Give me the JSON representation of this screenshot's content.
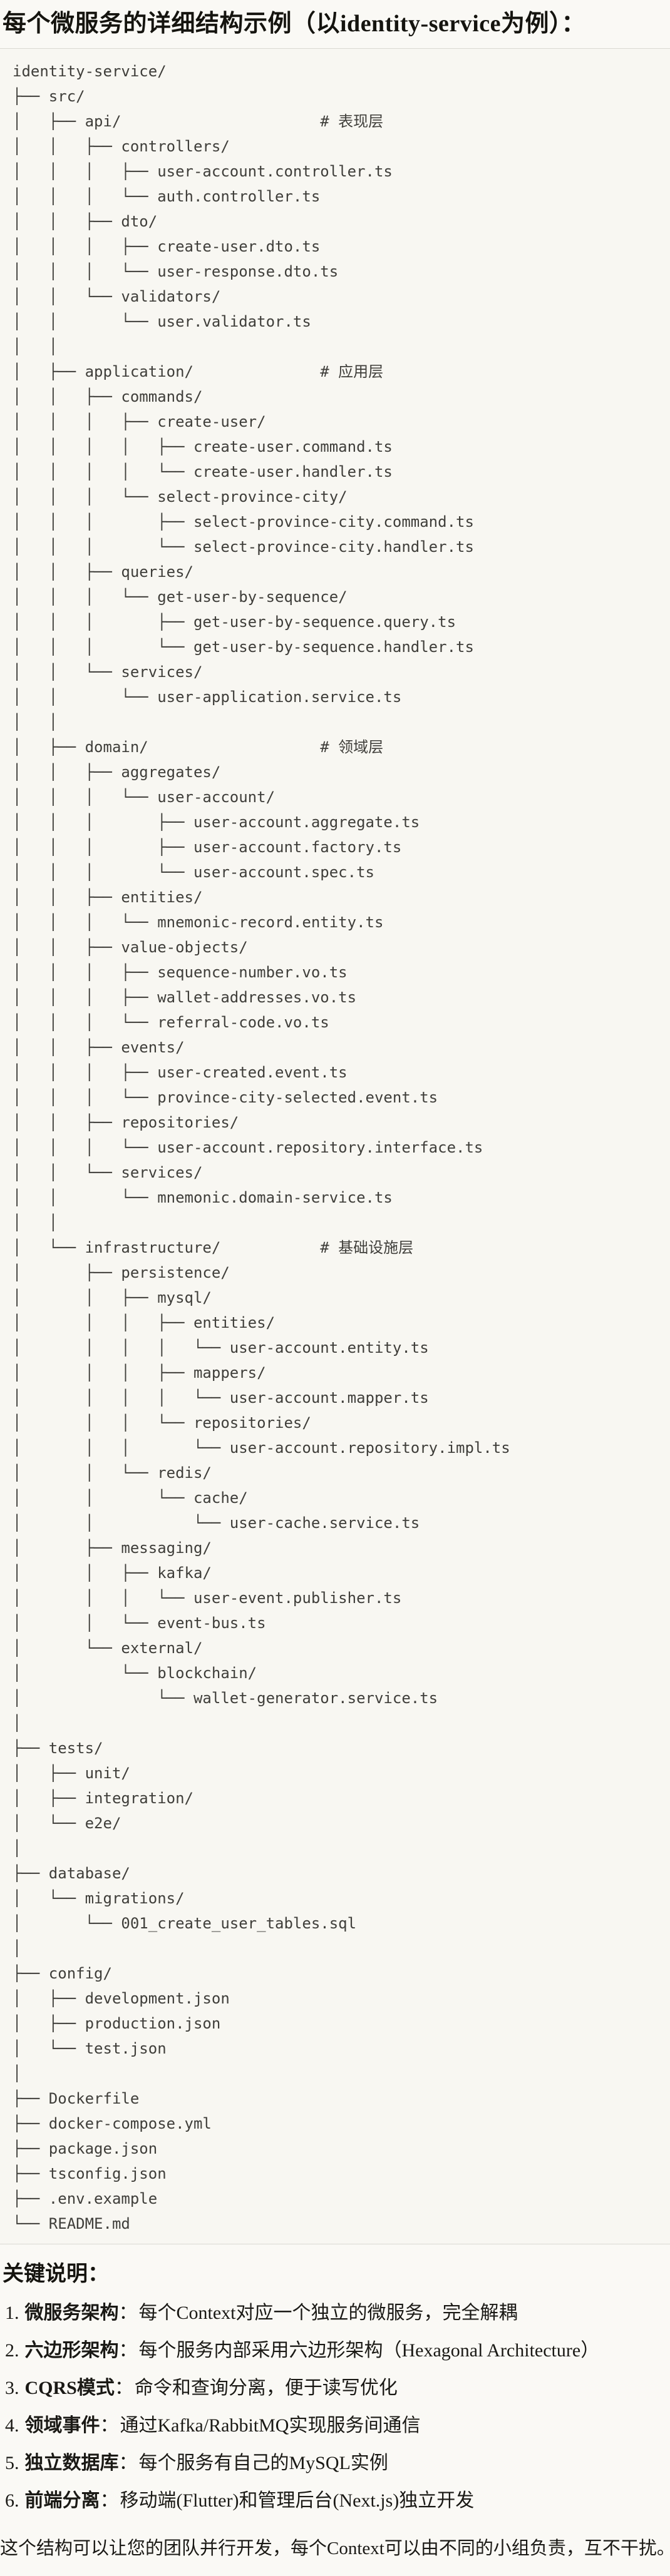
{
  "title": "每个微服务的详细结构示例（以identity-service为例）：",
  "colors": {
    "page_bg": "#FAF9F5",
    "code_bg": "#F8F7F2",
    "code_border": "#DAD9D3",
    "tree_text": "#3F3E3A",
    "body_text": "#1A1915"
  },
  "tree": {
    "layer_comments": [
      "# 表现层",
      "# 应用层",
      "# 领域层",
      "# 基础设施层"
    ],
    "lines": [
      "identity-service/",
      "├── src/",
      "│   ├── api/                      # 表现层",
      "│   │   ├── controllers/",
      "│   │   │   ├── user-account.controller.ts",
      "│   │   │   └── auth.controller.ts",
      "│   │   ├── dto/",
      "│   │   │   ├── create-user.dto.ts",
      "│   │   │   └── user-response.dto.ts",
      "│   │   └── validators/",
      "│   │       └── user.validator.ts",
      "│   │",
      "│   ├── application/              # 应用层",
      "│   │   ├── commands/",
      "│   │   │   ├── create-user/",
      "│   │   │   │   ├── create-user.command.ts",
      "│   │   │   │   └── create-user.handler.ts",
      "│   │   │   └── select-province-city/",
      "│   │   │       ├── select-province-city.command.ts",
      "│   │   │       └── select-province-city.handler.ts",
      "│   │   ├── queries/",
      "│   │   │   └── get-user-by-sequence/",
      "│   │   │       ├── get-user-by-sequence.query.ts",
      "│   │   │       └── get-user-by-sequence.handler.ts",
      "│   │   └── services/",
      "│   │       └── user-application.service.ts",
      "│   │",
      "│   ├── domain/                   # 领域层",
      "│   │   ├── aggregates/",
      "│   │   │   └── user-account/",
      "│   │   │       ├── user-account.aggregate.ts",
      "│   │   │       ├── user-account.factory.ts",
      "│   │   │       └── user-account.spec.ts",
      "│   │   ├── entities/",
      "│   │   │   └── mnemonic-record.entity.ts",
      "│   │   ├── value-objects/",
      "│   │   │   ├── sequence-number.vo.ts",
      "│   │   │   ├── wallet-addresses.vo.ts",
      "│   │   │   └── referral-code.vo.ts",
      "│   │   ├── events/",
      "│   │   │   ├── user-created.event.ts",
      "│   │   │   └── province-city-selected.event.ts",
      "│   │   ├── repositories/",
      "│   │   │   └── user-account.repository.interface.ts",
      "│   │   └── services/",
      "│   │       └── mnemonic.domain-service.ts",
      "│   │",
      "│   └── infrastructure/           # 基础设施层",
      "│       ├── persistence/",
      "│       │   ├── mysql/",
      "│       │   │   ├── entities/",
      "│       │   │   │   └── user-account.entity.ts",
      "│       │   │   ├── mappers/",
      "│       │   │   │   └── user-account.mapper.ts",
      "│       │   │   └── repositories/",
      "│       │   │       └── user-account.repository.impl.ts",
      "│       │   └── redis/",
      "│       │       └── cache/",
      "│       │           └── user-cache.service.ts",
      "│       ├── messaging/",
      "│       │   ├── kafka/",
      "│       │   │   └── user-event.publisher.ts",
      "│       │   └── event-bus.ts",
      "│       └── external/",
      "│           └── blockchain/",
      "│               └── wallet-generator.service.ts",
      "│",
      "├── tests/",
      "│   ├── unit/",
      "│   ├── integration/",
      "│   └── e2e/",
      "│",
      "├── database/",
      "│   └── migrations/",
      "│       └── 001_create_user_tables.sql",
      "│",
      "├── config/",
      "│   ├── development.json",
      "│   ├── production.json",
      "│   └── test.json",
      "│",
      "├── Dockerfile",
      "├── docker-compose.yml",
      "├── package.json",
      "├── tsconfig.json",
      "├── .env.example",
      "└── README.md"
    ]
  },
  "notes": {
    "heading": "关键说明：",
    "colon": "：",
    "items": [
      {
        "num": "1.",
        "term": "微服务架构",
        "desc": "每个Context对应一个独立的微服务，完全解耦"
      },
      {
        "num": "2.",
        "term": "六边形架构",
        "desc": "每个服务内部采用六边形架构（Hexagonal Architecture）"
      },
      {
        "num": "3.",
        "term": "CQRS模式",
        "desc": "命令和查询分离，便于读写优化"
      },
      {
        "num": "4.",
        "term": "领域事件",
        "desc": "通过Kafka/RabbitMQ实现服务间通信"
      },
      {
        "num": "5.",
        "term": "独立数据库",
        "desc": "每个服务有自己的MySQL实例"
      },
      {
        "num": "6.",
        "term": "前端分离",
        "desc": "移动端(Flutter)和管理后台(Next.js)独立开发"
      }
    ],
    "footer": "这个结构可以让您的团队并行开发，每个Context可以由不同的小组负责，互不干扰。"
  }
}
